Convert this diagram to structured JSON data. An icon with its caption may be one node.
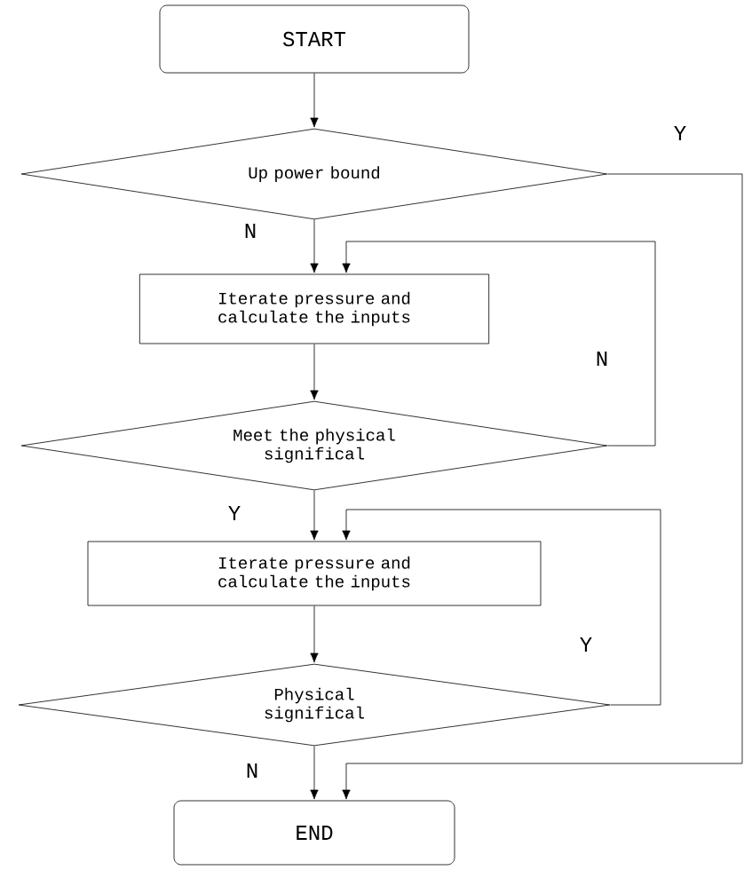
{
  "diagram": {
    "nodes": [
      {
        "text": [
          "START"
        ]
      },
      {
        "text": [
          "Up power bound"
        ]
      },
      {
        "text": [
          "Iterate pressure and calculate the inputs"
        ]
      },
      {
        "text": [
          "Meet the physical significal"
        ]
      },
      {
        "text": [
          "Iterate pressure and calculate the inputs"
        ]
      },
      {
        "text": [
          "Physical significal"
        ]
      },
      {
        "text": [
          "END"
        ]
      }
    ],
    "edges": [
      {
        "from": 0,
        "to": 1,
        "arrow": "to"
      },
      {
        "from": 1,
        "to": 2,
        "arrow": "to",
        "label": "N"
      },
      {
        "from": 2,
        "to": 3,
        "arrow": "to"
      },
      {
        "from": 3,
        "to": 2,
        "arrow": "to",
        "label": "N"
      },
      {
        "from": 3,
        "to": 4,
        "arrow": "to",
        "label": "Y"
      },
      {
        "from": 4,
        "to": 5,
        "arrow": "to"
      },
      {
        "from": 5,
        "to": 4,
        "arrow": "to",
        "label": "Y"
      },
      {
        "from": 5,
        "to": 6,
        "arrow": "to",
        "label": "N"
      },
      {
        "from": 1,
        "to": 6,
        "arrow": "to",
        "label": "Y"
      }
    ]
  }
}
